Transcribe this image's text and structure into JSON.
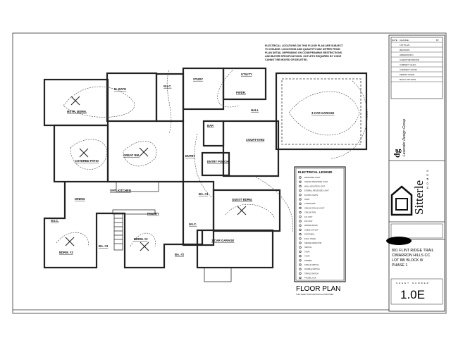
{
  "note": {
    "lines": [
      "ELECTRICAL LOCATIONS ON THIS FLOOR PLAN ARE SUBJECT",
      "TO CHANGE. LOCATIONS AND QUANTITY MAY DIFFER FROM",
      "PLAN DETAIL DEPENDING ON CODE/FRAMING RESTRICTIONS",
      "AND BUYER SPECIFICATIONS. OUTLETS REQUIRED BY CODE",
      "CANNOT BE MOVED OR DELETED."
    ]
  },
  "rooms": {
    "mstr_bdrm": "MSTR. BDRM.",
    "m_bath": "M. BATH",
    "wic": "W.I.C.",
    "study": "STUDY",
    "utility": "UTILITY",
    "pwdr": "PWDR.",
    "hall": "HALL",
    "garage3": "3-CAR GARAGE",
    "bar": "BAR",
    "courtyard": "COURTYARD",
    "entry": "ENTRY",
    "entry_porch": "ENTRY PORCH",
    "covered_patio": "COVERED PATIO",
    "great_rm": "GREAT RM.",
    "kitchen": "GMT. KITCHEN",
    "dining": "DINING",
    "bdrm3": "BDRM. #3",
    "bdrm2": "BDRM. #2",
    "ba3": "BA. #3",
    "ba2": "BA. #2",
    "ba4": "BA. #4",
    "wic2": "W.I.C.",
    "wic3": "W.I.C.",
    "guest_bdrm": "GUEST BDRM.",
    "garage1": "1-CAR GARAGE",
    "pantry": "PANTRY"
  },
  "legend": {
    "title": "ELECTRICAL LEGEND",
    "items": [
      "RECESSED LIGHT",
      "SEALED RECESSED LIGHT",
      "WALL MOUNTED LIGHT",
      "EYEBALL RECESSED LIGHT",
      "FLOOD LIGHTS",
      "LIGHT",
      "LANDSCAPE",
      "CEILING FAN W/ LIGHT",
      "CEILING FAN",
      "110 VOLT",
      "220 VOLT",
      "WATER PROOF",
      "CABLE OUTLET",
      "DOOR BELL",
      "ELEC. PANEL",
      "SMOKE DETECTOR",
      "SWITCH",
      "3-WAY",
      "4-WAY",
      "DIMMER",
      "SINGLE SWITCH",
      "DOUBLE SWITCH",
      "TRIPLE SWITCH",
      "PHONE JACK"
    ]
  },
  "plan_title": "FLOOR PLAN",
  "plan_subtitle": "THIS SHEET FOR ELECTRICAL PURPOSES",
  "revisions": {
    "headers": [
      "DATE",
      "CHANGE",
      "BY"
    ],
    "rows": [
      [
        "",
        "1ST PLAN",
        ""
      ],
      [
        "",
        "REVISION",
        ""
      ],
      [
        "",
        "ADDENDUM 1",
        ""
      ],
      [
        "",
        "CLIENT REVISIONS",
        ""
      ],
      [
        "",
        "CABINET / ELEC.",
        ""
      ],
      [
        "",
        "CORRECT DOOR",
        ""
      ],
      [
        "",
        "PERMIT ISSUE",
        ""
      ],
      [
        "",
        "BUILD OPTIONS",
        ""
      ]
    ]
  },
  "designer": {
    "name": "Lavender Design Group"
  },
  "builder": {
    "name": "Sitterle",
    "sub": "HOMES"
  },
  "address": {
    "lines": [
      "801 FLINT RIDGE TRAIL",
      "CIMARRON HILLS CC",
      "LOT 88/ BLOCK 8/",
      "PHASE 1"
    ]
  },
  "sheet": {
    "label": "SHEET NUMBER",
    "number": "1.0E"
  }
}
